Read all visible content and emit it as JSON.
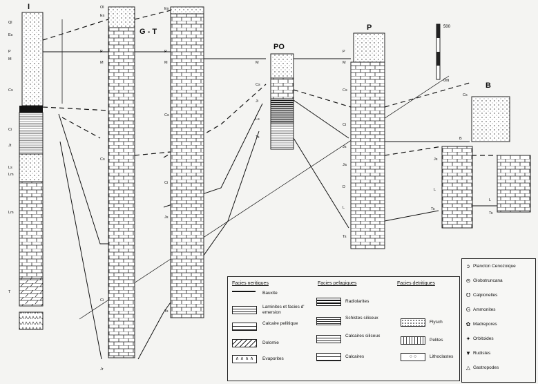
{
  "columns": {
    "c1": {
      "title": "I",
      "labels": [
        "Ql",
        "Es",
        "P",
        "M",
        "Cs",
        "Ci",
        "Jt",
        "Ls",
        "Lm",
        "Lm",
        "T"
      ]
    },
    "c2": {
      "title": "G - T",
      "labels": [
        "Ol",
        "Es",
        "P",
        "M",
        "Cs",
        "Ci",
        "Jr"
      ]
    },
    "c3": {
      "labels": [
        "Es",
        "P",
        "M",
        "Cs",
        "Ci",
        "Js",
        "Ts"
      ]
    },
    "c4": {
      "title": "PO",
      "labels": [
        "M",
        "Cs",
        "Ji",
        "Ls",
        "Ts"
      ]
    },
    "c5": {
      "title": "P",
      "labels": [
        "P",
        "M",
        "Cs",
        "Ci",
        "Js",
        "Ja",
        "D",
        "L",
        "Ts"
      ]
    },
    "c6": {
      "title": "B",
      "labels": [
        "Cs",
        "B"
      ]
    },
    "c7": {
      "labels": [
        "Js",
        "L",
        "Ts"
      ]
    },
    "c8": {
      "labels": [
        "L",
        "Ts"
      ]
    }
  },
  "scale": {
    "top": "500",
    "bottom": "0m"
  },
  "legend": {
    "neritic": {
      "title": "Facies neritiques",
      "items": [
        "Bauxite",
        "Laminites et facies d' emersion",
        "Calcaire pellitique",
        "Dolomie",
        "Evaporites"
      ]
    },
    "pelagic": {
      "title": "Facies pelagiques",
      "items": [
        "Radiolarites",
        "Schistes siliceux",
        "Calcaires siliceux",
        "Calcaires"
      ]
    },
    "detrital": {
      "title": "Facies detritiques",
      "items": [
        "Flysch",
        "Pelites",
        "Lithoclastes"
      ]
    }
  },
  "fossils": [
    {
      "icon": "plancton-icon",
      "glyph": "ↄ",
      "label": "Plancton Cenozoique"
    },
    {
      "icon": "globotruncana-icon",
      "glyph": "⊝",
      "label": "Globotruncana"
    },
    {
      "icon": "calpionelles-icon",
      "glyph": "℧",
      "label": "Calpionelles"
    },
    {
      "icon": "ammonites-icon",
      "glyph": "G",
      "label": "Ammonites"
    },
    {
      "icon": "madrepores-icon",
      "glyph": "✿",
      "label": "Madrepores"
    },
    {
      "icon": "orbitoides-icon",
      "glyph": "✦",
      "label": "Orbitoides"
    },
    {
      "icon": "rudistes-icon",
      "glyph": "▼",
      "label": "Rudistes"
    },
    {
      "icon": "gastropodes-icon",
      "glyph": "△",
      "label": "Gastropodes"
    }
  ]
}
